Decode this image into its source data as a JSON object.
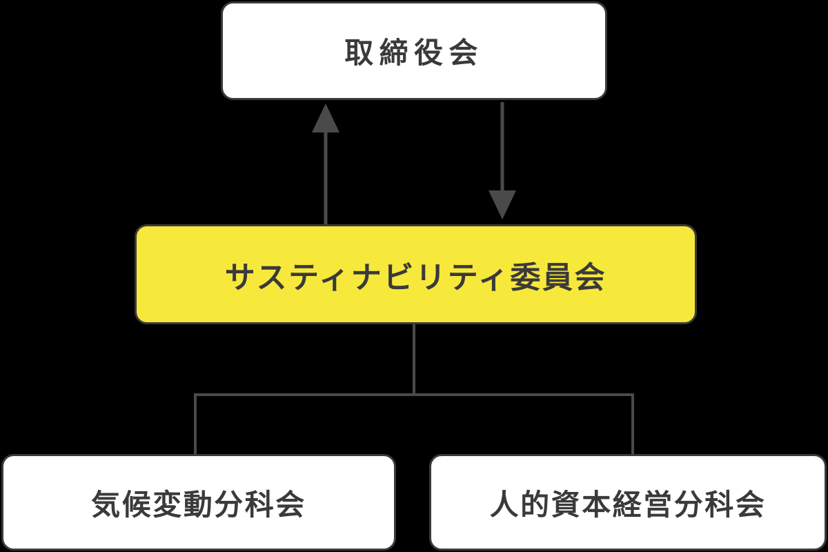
{
  "diagram": {
    "type": "org-governance-chart",
    "nodes": [
      {
        "id": "board",
        "label": "取締役会"
      },
      {
        "id": "sustainability-committee",
        "label": "サスティナビリティ委員会"
      },
      {
        "id": "climate-subcommittee",
        "label": "気候変動分科会"
      },
      {
        "id": "human-capital-subcommittee",
        "label": "人的資本経営分科会"
      }
    ],
    "edges": [
      {
        "from": "sustainability-committee",
        "to": "board",
        "type": "arrow-up"
      },
      {
        "from": "board",
        "to": "sustainability-committee",
        "type": "arrow-down"
      },
      {
        "from": "sustainability-committee",
        "to": "climate-subcommittee",
        "type": "line"
      },
      {
        "from": "sustainability-committee",
        "to": "human-capital-subcommittee",
        "type": "line"
      }
    ]
  },
  "colors": {
    "background": "#000000",
    "node_fill": "#ffffff",
    "highlight_fill": "#f7e83c",
    "border": "#3a3a3a",
    "text": "#3a3a3a",
    "connector": "#4a4a4a"
  }
}
